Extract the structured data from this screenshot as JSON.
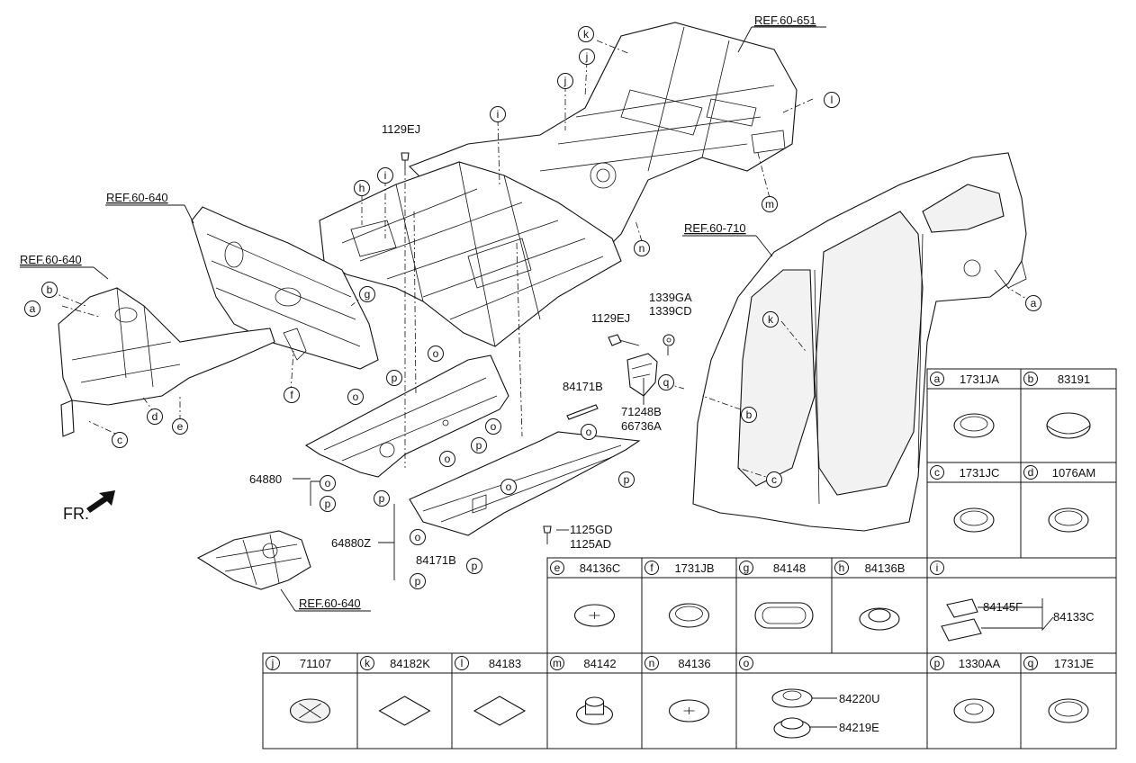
{
  "refs": {
    "ref_651": "REF.60-651",
    "ref_640_top": "REF.60-640",
    "ref_640_left": "REF.60-640",
    "ref_710": "REF.60-710",
    "ref_640_bottom": "REF.60-640"
  },
  "part_numbers": {
    "pn_1129ej_top": "1129EJ",
    "pn_1129ej_mid": "1129EJ",
    "pn_1339ga": "1339GA",
    "pn_1339cd": "1339CD",
    "pn_71248b": "71248B",
    "pn_66736a": "66736A",
    "pn_84171b_top": "84171B",
    "pn_84171b_bottom": "84171B",
    "pn_64880": "64880",
    "pn_64880z": "64880Z",
    "pn_1125gd": "1125GD",
    "pn_1125ad": "1125AD"
  },
  "orientation_label": "FR.",
  "callouts": [
    {
      "letter": "k"
    },
    {
      "letter": "j"
    },
    {
      "letter": "j"
    },
    {
      "letter": "i"
    },
    {
      "letter": "l"
    },
    {
      "letter": "m"
    },
    {
      "letter": "h"
    },
    {
      "letter": "i"
    },
    {
      "letter": "g"
    },
    {
      "letter": "n"
    },
    {
      "letter": "b"
    },
    {
      "letter": "a"
    },
    {
      "letter": "f"
    },
    {
      "letter": "d"
    },
    {
      "letter": "e"
    },
    {
      "letter": "c"
    },
    {
      "letter": "o"
    },
    {
      "letter": "p"
    },
    {
      "letter": "o"
    },
    {
      "letter": "o"
    },
    {
      "letter": "o"
    },
    {
      "letter": "p"
    },
    {
      "letter": "o"
    },
    {
      "letter": "p"
    },
    {
      "letter": "p"
    },
    {
      "letter": "o"
    },
    {
      "letter": "p"
    },
    {
      "letter": "o"
    },
    {
      "letter": "p"
    },
    {
      "letter": "o"
    },
    {
      "letter": "p"
    },
    {
      "letter": "p"
    },
    {
      "letter": "q"
    },
    {
      "letter": "k"
    },
    {
      "letter": "b"
    },
    {
      "letter": "c"
    },
    {
      "letter": "a"
    }
  ],
  "legend": {
    "cells": [
      {
        "letter": "a",
        "part": "1731JA"
      },
      {
        "letter": "b",
        "part": "83191"
      },
      {
        "letter": "c",
        "part": "1731JC"
      },
      {
        "letter": "d",
        "part": "1076AM"
      },
      {
        "letter": "e",
        "part": "84136C"
      },
      {
        "letter": "f",
        "part": "1731JB"
      },
      {
        "letter": "g",
        "part": "84148"
      },
      {
        "letter": "h",
        "part": "84136B"
      },
      {
        "letter": "i",
        "part": ""
      },
      {
        "letter": "j",
        "part": "71107"
      },
      {
        "letter": "k",
        "part": "84182K"
      },
      {
        "letter": "l",
        "part": "84183"
      },
      {
        "letter": "m",
        "part": "84142"
      },
      {
        "letter": "n",
        "part": "84136"
      },
      {
        "letter": "o",
        "part": ""
      },
      {
        "letter": "p",
        "part": "1330AA"
      },
      {
        "letter": "q",
        "part": "1731JE"
      }
    ],
    "i_sub": {
      "inner": "84145F",
      "outer": "84133C"
    },
    "o_sub": {
      "top": "84220U",
      "bottom": "84219E"
    }
  }
}
